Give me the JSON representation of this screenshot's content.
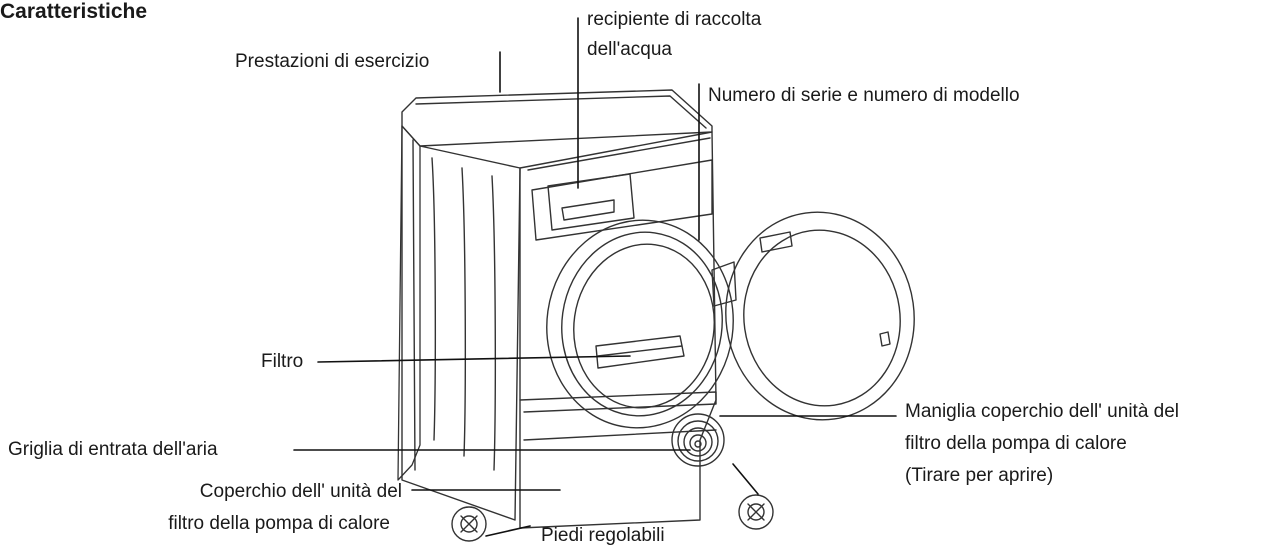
{
  "title": "Caratteristiche",
  "labels": {
    "prestazioni": "Prestazioni di esercizio",
    "recipiente_line1": "recipiente di raccolta",
    "recipiente_line2": "dell'acqua",
    "numero_serie": "Numero di serie e numero di modello",
    "filtro": "Filtro",
    "griglia": "Griglia di entrata dell'aria",
    "coperchio_line1": "Coperchio dell' unità del",
    "coperchio_line2": "filtro della pompa di calore",
    "maniglia_line1": "Maniglia coperchio dell' unità del",
    "maniglia_line2": "filtro della pompa di calore",
    "maniglia_line3": "(Tirare per aprire)",
    "piedi": "Piedi regolabili"
  }
}
